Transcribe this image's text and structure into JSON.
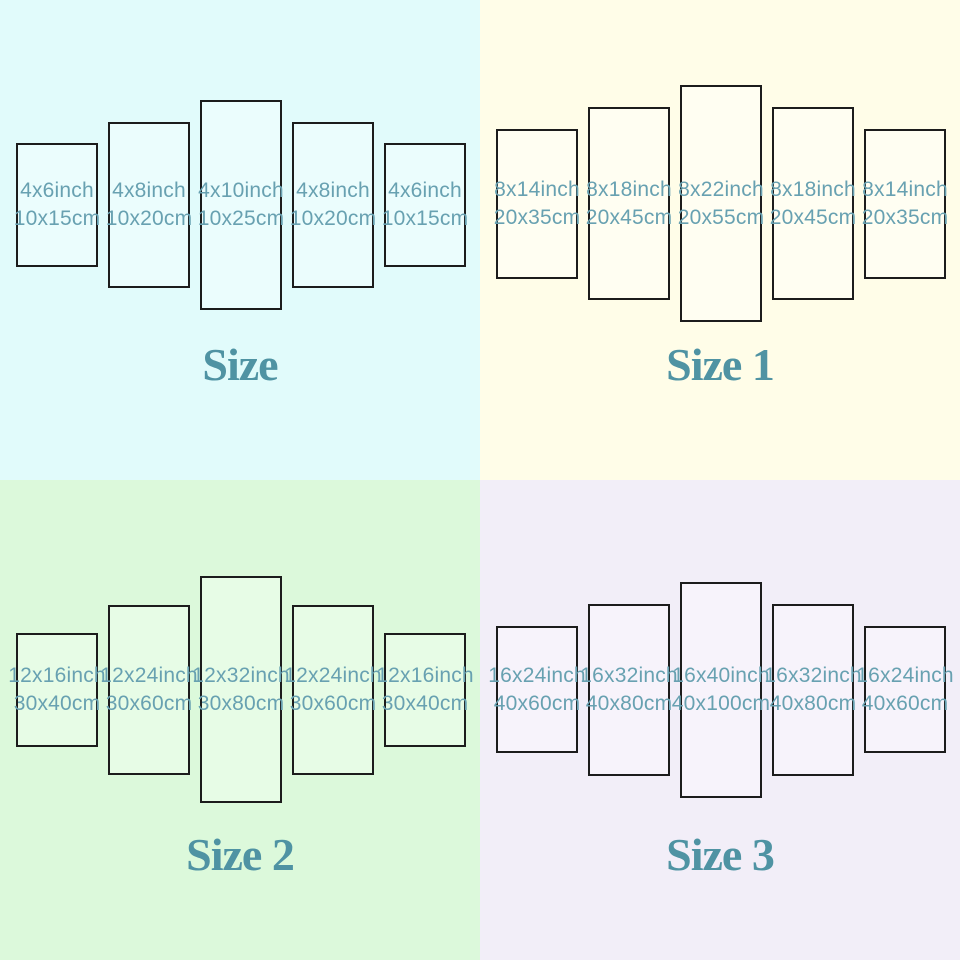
{
  "colors": {
    "quadrant_backgrounds": [
      "#e1fbfb",
      "#fffde8",
      "#dcf9db",
      "#f2eef8"
    ],
    "panel_border": "#1c1c1c",
    "label_text": "#68a1b1",
    "title_text": "#4f93a3"
  },
  "quadrants": [
    {
      "title": "Size",
      "panels": [
        {
          "line1": "4x6inch",
          "line2": "10x15cm"
        },
        {
          "line1": "4x8inch",
          "line2": "10x20cm"
        },
        {
          "line1": "4x10inch",
          "line2": "10x25cm"
        },
        {
          "line1": "4x8inch",
          "line2": "10x20cm"
        },
        {
          "line1": "4x6inch",
          "line2": "10x15cm"
        }
      ]
    },
    {
      "title": "Size 1",
      "panels": [
        {
          "line1": "8x14inch",
          "line2": "20x35cm"
        },
        {
          "line1": "8x18inch",
          "line2": "20x45cm"
        },
        {
          "line1": "8x22inch",
          "line2": "20x55cm"
        },
        {
          "line1": "8x18inch",
          "line2": "20x45cm"
        },
        {
          "line1": "8x14inch",
          "line2": "20x35cm"
        }
      ]
    },
    {
      "title": "Size 2",
      "panels": [
        {
          "line1": "12x16inch",
          "line2": "30x40cm"
        },
        {
          "line1": "12x24inch",
          "line2": "30x60cm"
        },
        {
          "line1": "12x32inch",
          "line2": "30x80cm"
        },
        {
          "line1": "12x24inch",
          "line2": "30x60cm"
        },
        {
          "line1": "12x16inch",
          "line2": "30x40cm"
        }
      ]
    },
    {
      "title": "Size 3",
      "panels": [
        {
          "line1": "16x24inch",
          "line2": "40x60cm"
        },
        {
          "line1": "16x32inch",
          "line2": "40x80cm"
        },
        {
          "line1": "16x40inch",
          "line2": "40x100cm"
        },
        {
          "line1": "16x32inch",
          "line2": "40x80cm"
        },
        {
          "line1": "16x24inch",
          "line2": "40x60cm"
        }
      ]
    }
  ]
}
